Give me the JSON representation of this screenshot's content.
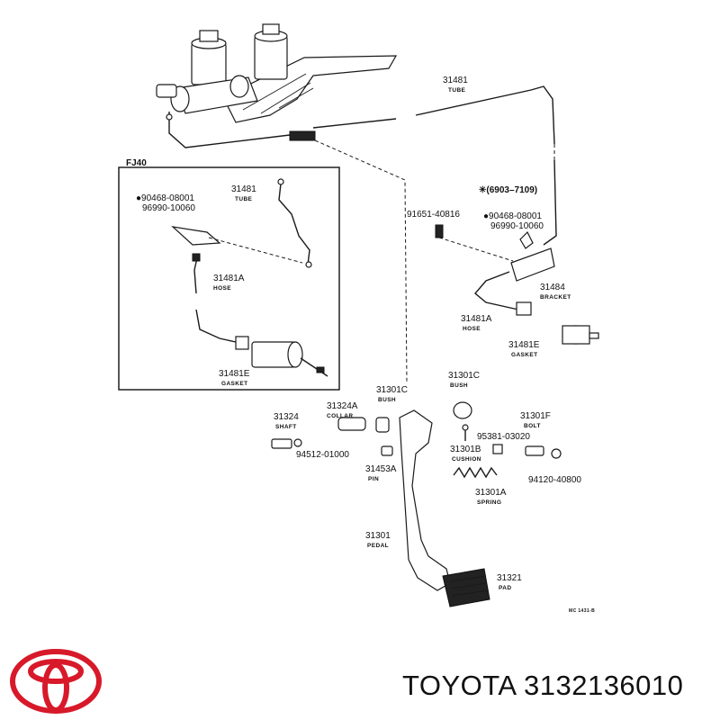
{
  "inset": {
    "label": "FJ40"
  },
  "callouts": {
    "tube_top": {
      "number": "31481",
      "name": "TUBE"
    },
    "date_range": {
      "text": "✳(6903–7109)"
    },
    "bolt_91651": {
      "number": "91651-40816"
    },
    "washer_right": {
      "number": "●90468-08001",
      "number2": "96990-10060"
    },
    "bracket": {
      "number": "31484",
      "name": "BRACKET"
    },
    "hose_right": {
      "number": "31481A",
      "name": "HOSE"
    },
    "gasket_right": {
      "number": "31481E",
      "name": "GASKET"
    },
    "washer_left": {
      "number": "●90468-08001",
      "number2": "96990-10060"
    },
    "tube_inset": {
      "number": "31481",
      "name": "TUBE"
    },
    "hose_inset": {
      "number": "31481A",
      "name": "HOSE"
    },
    "gasket_inset": {
      "number": "31481E",
      "name": "GASKET"
    },
    "bush_left": {
      "number": "31301C",
      "name": "BUSH"
    },
    "bush_right": {
      "number": "31301C",
      "name": "BUSH"
    },
    "collar": {
      "number": "31324A",
      "name": "COLLAR"
    },
    "shaft": {
      "number": "31324",
      "name": "SHAFT"
    },
    "nut_94512": {
      "number": "94512-01000"
    },
    "pin": {
      "number": "31453A",
      "name": "PIN"
    },
    "bolt_95381": {
      "number": "95381-03020"
    },
    "cushion": {
      "number": "31301B",
      "name": "CUSHION"
    },
    "bolt_31301f": {
      "number": "31301F",
      "name": "BOLT"
    },
    "nut_94120": {
      "number": "94120-40800"
    },
    "spring": {
      "number": "31301A",
      "name": "SPRING"
    },
    "pedal": {
      "number": "31301",
      "name": "PEDAL"
    },
    "pad": {
      "number": "31321",
      "name": "PAD"
    },
    "figure_code": {
      "text": "MC 1431-B"
    }
  },
  "brand": {
    "text": "TOYOTA 3132136010",
    "logo": "toyota-logo",
    "logo_color": "#d7192a"
  }
}
